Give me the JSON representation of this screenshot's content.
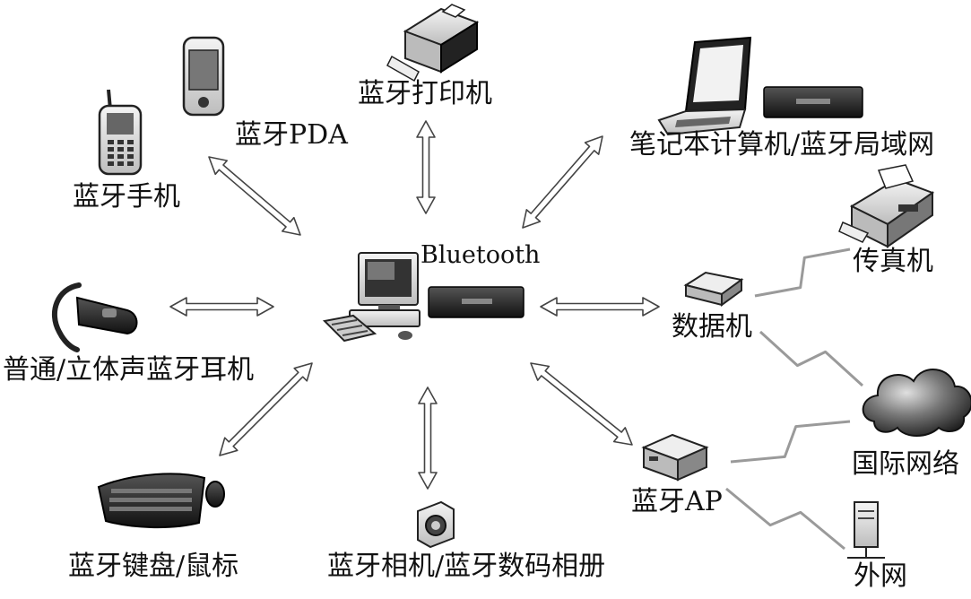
{
  "hub": {
    "label": "Bluetooth"
  },
  "devices": {
    "printer": "蓝牙打印机",
    "pda": "蓝牙PDA",
    "phone": "蓝牙手机",
    "laptop": "笔记本计算机/蓝牙局域网",
    "fax": "传真机",
    "modem": "数据机",
    "internet": "国际网络",
    "headset": "普通/立体声蓝牙耳机",
    "keyboard": "蓝牙键盘/鼠标",
    "camera": "蓝牙相机/蓝牙数码相册",
    "ap": "蓝牙AP",
    "extranet": "外网"
  }
}
